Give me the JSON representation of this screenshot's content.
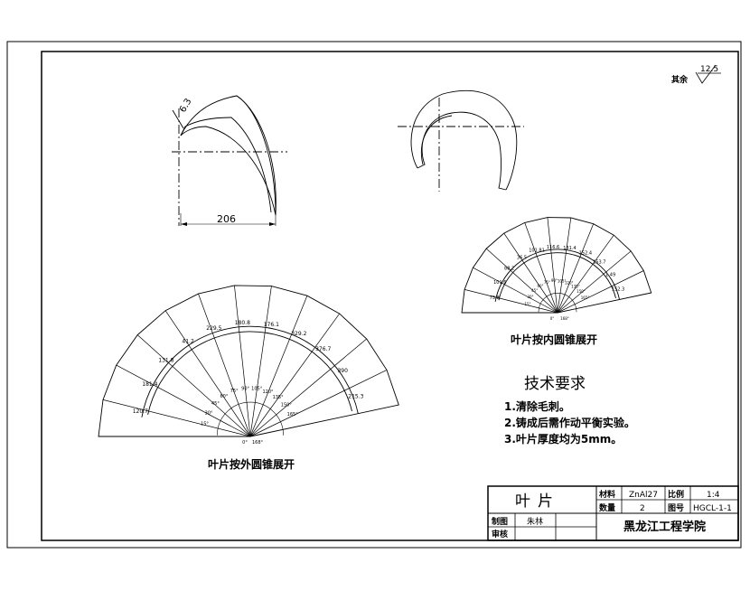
{
  "surface_roughness": {
    "label": "其余",
    "value": "12.5"
  },
  "views": {
    "front": {
      "chamfer_label": "6.3",
      "width_dim": "206"
    },
    "side": {}
  },
  "developments": {
    "outer": {
      "caption": "叶片按外圆锥展开",
      "chord_labels": [
        "120.7",
        "181.4",
        "131.8",
        "41.2",
        "229.5",
        "180.8",
        "176.1",
        "329.2",
        "376.7",
        "390",
        "215.3"
      ],
      "angle_labels": [
        "15°",
        "30°",
        "45°",
        "60°",
        "75°",
        "90°",
        "105°",
        "120°",
        "135°",
        "150°",
        "165°"
      ],
      "base_angles": [
        "0°",
        "168°"
      ]
    },
    "inner": {
      "caption": "叶片按内圆锥展开",
      "chord_labels": [
        "73.8",
        "101.6",
        "88.2",
        "36.5",
        "101.81",
        "116.6",
        "131.4",
        "152.4",
        "153.7",
        "1.49",
        "152.3"
      ],
      "angle_labels": [
        "15°",
        "30°",
        "45°",
        "60°",
        "75°",
        "90°",
        "105°",
        "120°",
        "135°",
        "150°",
        "165°"
      ],
      "base_angles": [
        "0°",
        "168°"
      ]
    }
  },
  "requirements": {
    "title": "技术要求",
    "items": [
      "1.清除毛刺。",
      "2.铸成后需作动平衡实验。",
      "3.叶片厚度均为5mm。"
    ]
  },
  "title_block": {
    "part_name": "叶片",
    "material_label": "材料",
    "material_value": "ZnAl27",
    "scale_label": "比例",
    "scale_value": "1:4",
    "quantity_label": "数量",
    "quantity_value": "2",
    "drawing_no_label": "图号",
    "drawing_no_value": "HGCL-1-1",
    "drawn_label": "制图",
    "drawn_value": "朱林",
    "checked_label": "审核",
    "checked_value": "",
    "school": "黑龙江工程学院"
  }
}
